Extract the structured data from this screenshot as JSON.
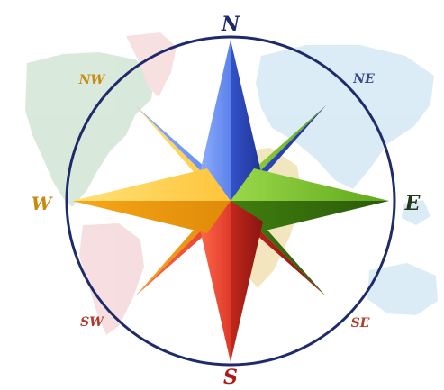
{
  "compass": {
    "labels": {
      "n": "N",
      "s": "S",
      "e": "E",
      "w": "W",
      "ne": "NE",
      "nw": "NW",
      "se": "SE",
      "sw": "SW"
    },
    "colors": {
      "ring": "#1f2a6b",
      "north_label": "#1f2a6b",
      "east_label": "#1f3a1a",
      "west_label": "#c98a10",
      "south_label": "#b01818",
      "ne_label": "#3a4a8a",
      "nw_label": "#c98a10",
      "se_label": "#b23a2a",
      "sw_label": "#b23a2a",
      "blue": "#4a70e0",
      "green": "#58a818",
      "yellow": "#f4b020",
      "red": "#e03a2a"
    },
    "background": "world-map"
  }
}
